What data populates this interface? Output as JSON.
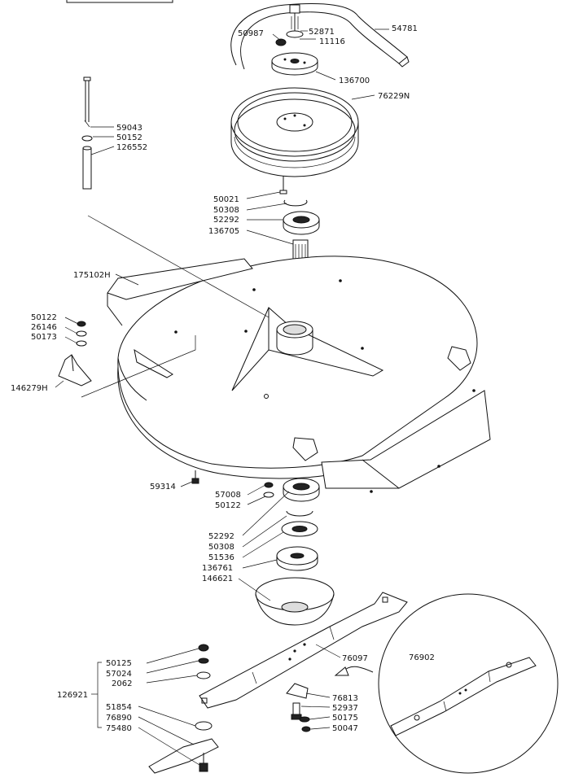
{
  "parts": {
    "p52871": "52871",
    "p11116": "11116",
    "p50987": "50987",
    "p54781": "54781",
    "p136700": "136700",
    "p76229N": "76229N",
    "p59043": "59043",
    "p50152": "50152",
    "p126552": "126552",
    "p50021": "50021",
    "p50308a": "50308",
    "p52292a": "52292",
    "p136705": "136705",
    "p175102H": "175102H",
    "p50122a": "50122",
    "p26146": "26146",
    "p50173": "50173",
    "p146279H": "146279H",
    "p59314": "59314",
    "p57008": "57008",
    "p50122b": "50122",
    "p52292b": "52292",
    "p50308b": "50308",
    "p51536": "51536",
    "p136761": "136761",
    "p146621": "146621",
    "p76097": "76097",
    "p76902": "76902",
    "p50125": "50125",
    "p57024": "57024",
    "p2062": "2062",
    "p126921": "126921",
    "p51854": "51854",
    "p76890": "76890",
    "p75480": "75480",
    "p76813": "76813",
    "p52937": "52937",
    "p50175": "50175",
    "p50047": "50047"
  }
}
